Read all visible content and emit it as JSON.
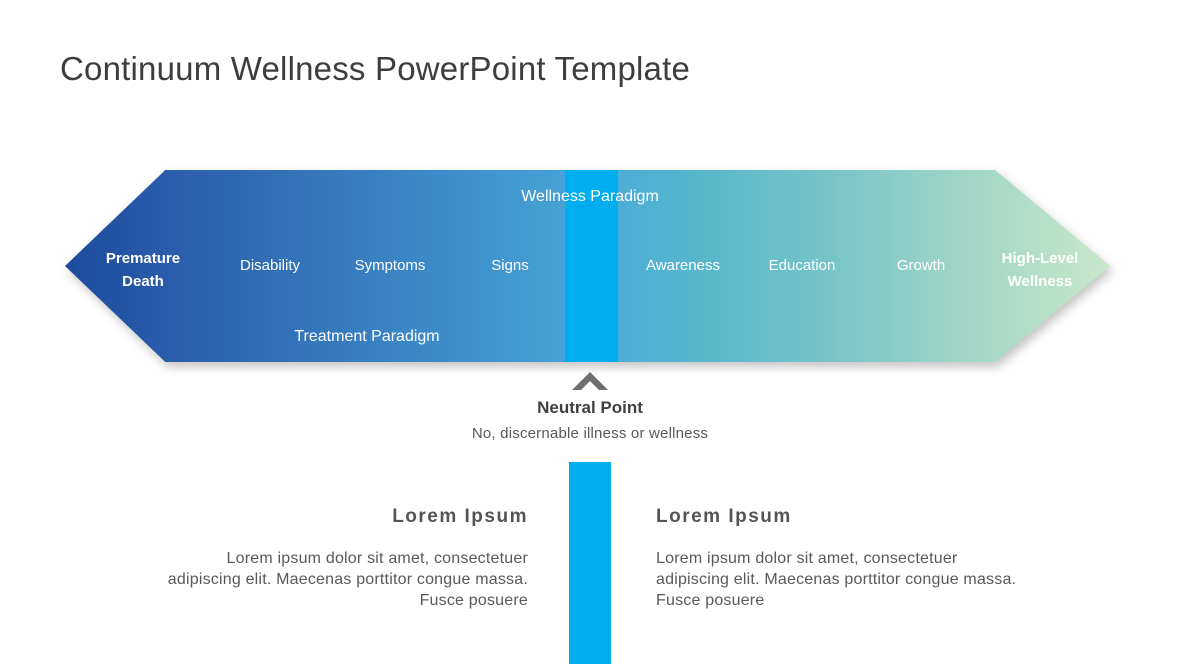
{
  "slide": {
    "title": "Continuum Wellness PowerPoint Template"
  },
  "continuum": {
    "wellness_paradigm": "Wellness Paradigm",
    "treatment_paradigm": "Treatment Paradigm",
    "stages": [
      "Premature Death",
      "Disability",
      "Symptoms",
      "Signs",
      "Awareness",
      "Education",
      "Growth",
      "High-Level Wellness"
    ],
    "colors": {
      "gradient_start": "#1c4b9c",
      "gradient_mid": "#58b7cb",
      "gradient_end": "#c9e7ca",
      "neutral_band": "#00aeef",
      "label_text": "#ffffff"
    }
  },
  "neutral_point": {
    "label": "Neutral Point",
    "description": "No, discernable illness or wellness",
    "chevron_color": "#6e6e6e"
  },
  "text_blocks": {
    "left": {
      "heading": "Lorem Ipsum",
      "lines": [
        "Lorem ipsum dolor sit amet, consectetuer",
        "adipiscing elit. Maecenas porttitor congue massa.",
        "Fusce posuere"
      ]
    },
    "right": {
      "heading": "Lorem Ipsum",
      "lines": [
        "Lorem ipsum dolor sit amet, consectetuer",
        "adipiscing elit. Maecenas porttitor congue massa.",
        "Fusce posuere"
      ]
    }
  }
}
